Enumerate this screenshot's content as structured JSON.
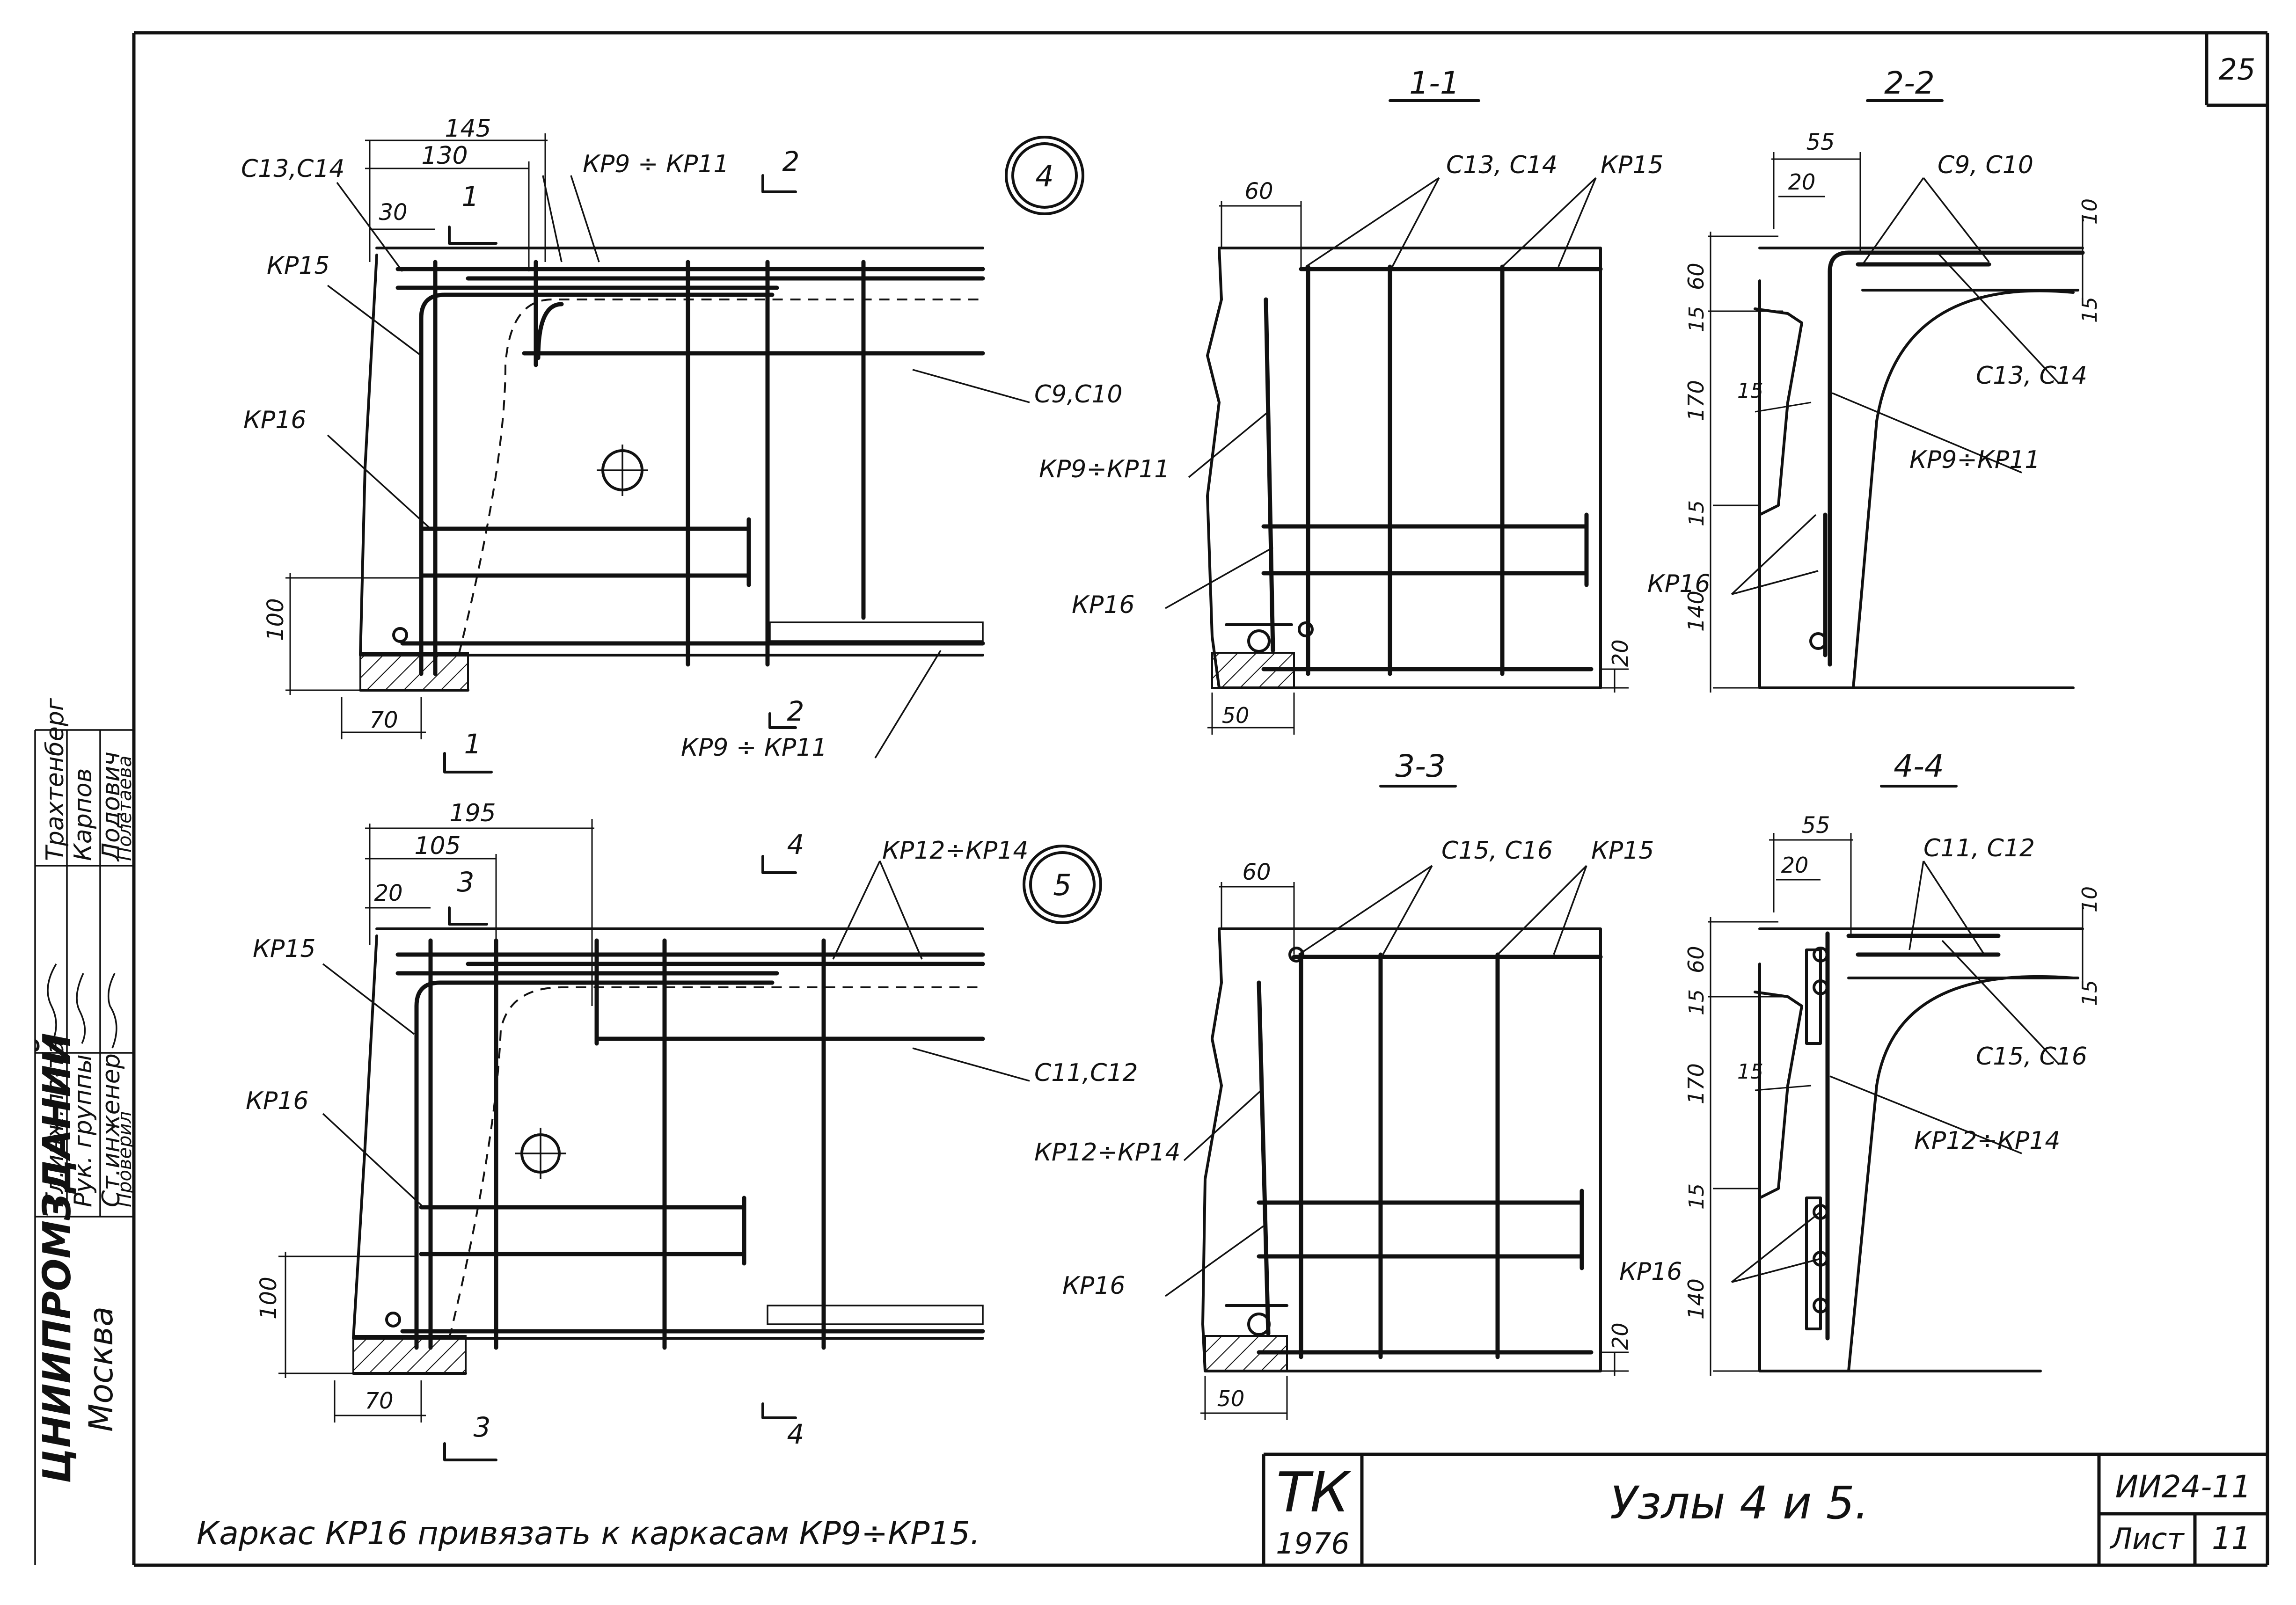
{
  "sheet_number": "25",
  "stamp": {
    "org": "ЦНИИПРОМЗДАНИЙ",
    "city": "Москва",
    "roles": [
      "Гл.инж.пр-та",
      "Рук. группы",
      "Ст.инженер",
      "Проверил"
    ],
    "names": [
      "Трахтенберг",
      "Карпов",
      "Лодович",
      "Полетаева"
    ]
  },
  "title_block": {
    "tk": "ТК",
    "year": "1976",
    "title": "Узлы 4 и 5.",
    "code": "ИИ24-11",
    "sheet_label": "Лист",
    "sheet_no": "11"
  },
  "note": "Каркас КР16 привязать к каркасам КР9÷КР15.",
  "node4": {
    "circle": "4",
    "dims": {
      "d145": "145",
      "d130": "130",
      "d30": "30",
      "d100": "100",
      "d70": "70"
    },
    "labels": {
      "c13": "С13,С14",
      "kp9": "КР9 ÷ КР11",
      "kp15": "КР15",
      "kp16": "КР16",
      "c9": "С9,С10",
      "kp9b": "КР9 ÷ КР11"
    },
    "cuts": {
      "a": "1",
      "b": "2",
      "c": "2",
      "d": "1"
    }
  },
  "node5": {
    "circle": "5",
    "dims": {
      "d195": "195",
      "d105": "105",
      "d20": "20",
      "d100": "100",
      "d70": "70"
    },
    "labels": {
      "kp12": "КР12÷КР14",
      "kp15": "КР15",
      "kp16": "КР16",
      "c11": "С11,С12"
    },
    "cuts": {
      "a": "3",
      "b": "4",
      "c": "4",
      "d": "3"
    }
  },
  "section_1_1": {
    "title": "1-1",
    "dims": {
      "d60": "60",
      "d20": "20",
      "d50": "50"
    },
    "labels": {
      "c13": "С13, С14",
      "kp15": "КР15",
      "kp9": "КР9÷КР11",
      "kp16": "КР16"
    }
  },
  "section_2_2": {
    "title": "2-2",
    "dims": {
      "d55": "55",
      "d20": "20",
      "d10": "10",
      "d60": "60",
      "d15a": "15",
      "d15b": "15",
      "d15c": "15",
      "d170": "170",
      "d15d": "15",
      "d140": "140"
    },
    "labels": {
      "c9": "С9, С10",
      "c13": "С13, С14",
      "kp9": "КР9÷КР11",
      "kp16": "КР16"
    }
  },
  "section_3_3": {
    "title": "3-3",
    "dims": {
      "d60": "60",
      "d20": "20",
      "d50": "50"
    },
    "labels": {
      "c15": "С15, С16",
      "kp15": "КР15",
      "kp12": "КР12÷КР14",
      "kp16": "КР16"
    }
  },
  "section_4_4": {
    "title": "4-4",
    "dims": {
      "d55": "55",
      "d20": "20",
      "d10": "10",
      "d60": "60",
      "d15a": "15",
      "d15b": "15",
      "d15c": "15",
      "d170": "170",
      "d15d": "15",
      "d140": "140"
    },
    "labels": {
      "c11": "С11, С12",
      "c15": "С15, С16",
      "kp12": "КР12÷КР14",
      "kp16": "КР16"
    }
  }
}
